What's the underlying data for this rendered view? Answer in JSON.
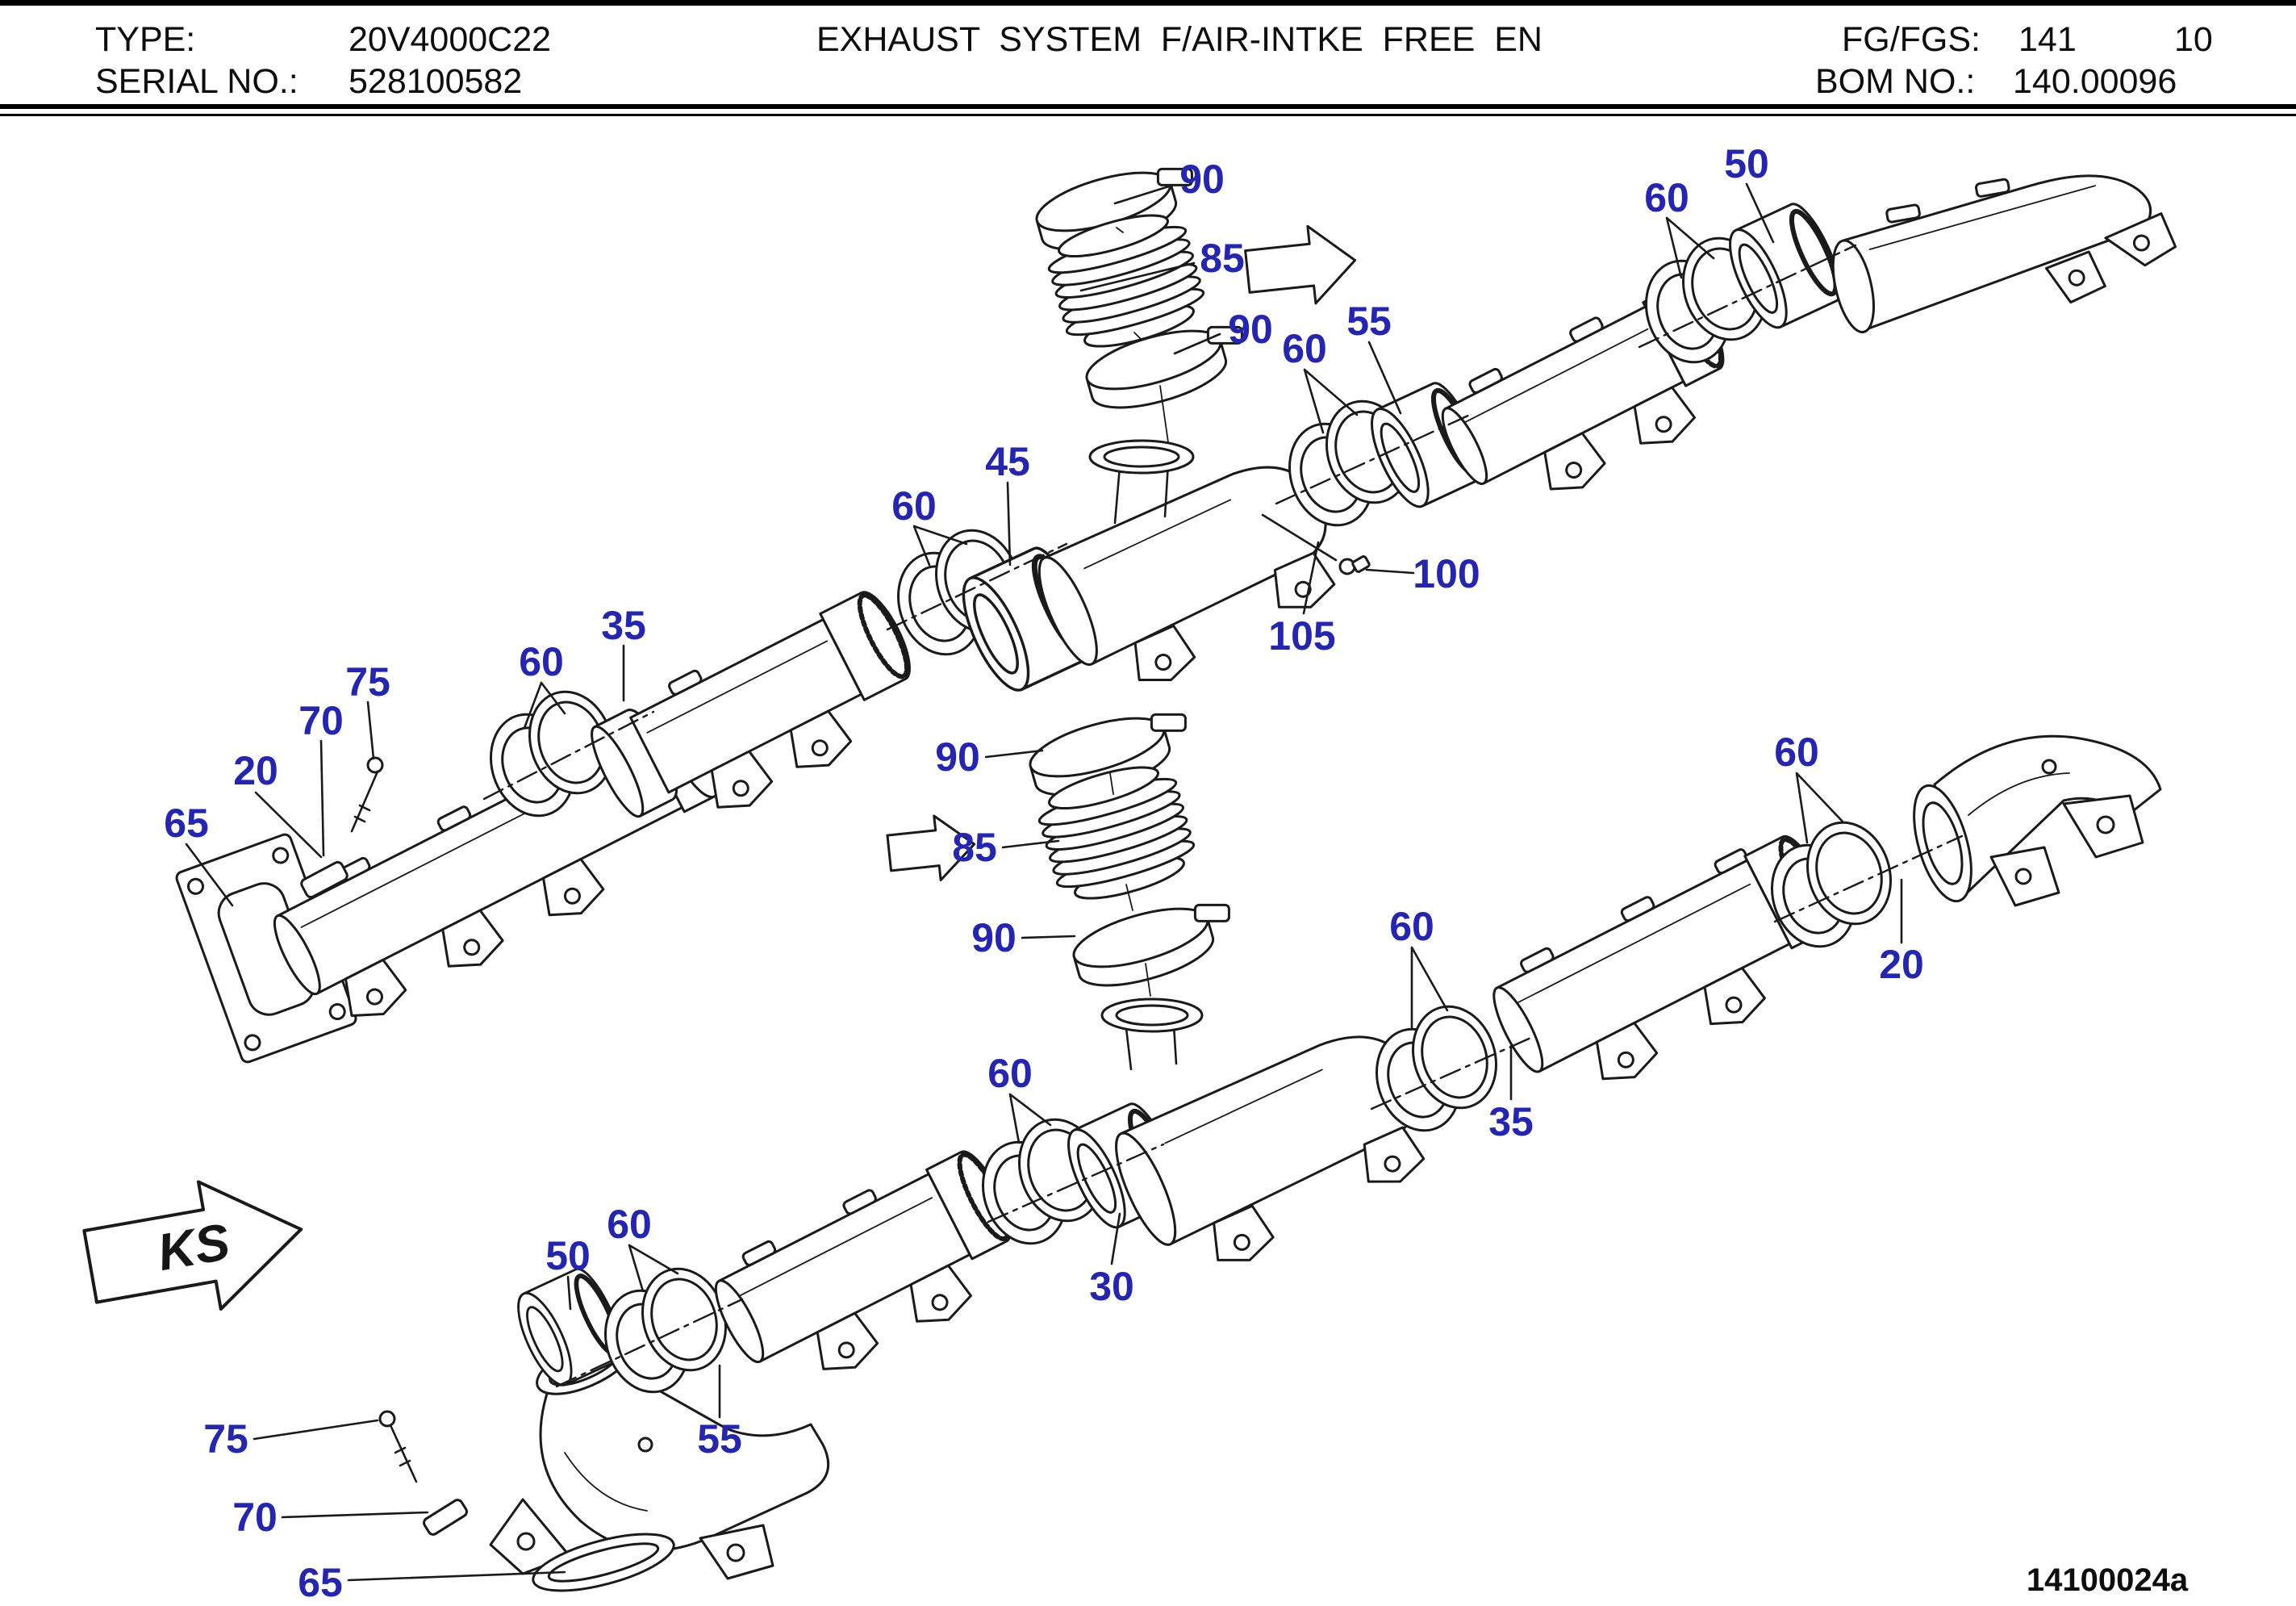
{
  "header": {
    "type_label": "TYPE:",
    "type_value": "20V4000C22",
    "serial_label": "SERIAL NO.:",
    "serial_value": "528100582",
    "title": "EXHAUST  SYSTEM  F/AIR-INTKE  FREE  EN",
    "fg_label": "FG/FGS:",
    "fg_value_1": "141",
    "fg_value_2": "10",
    "bom_label": "BOM NO.:",
    "bom_value": "140.00096"
  },
  "diagram": {
    "drawing_number": "14100024a",
    "ks_label": "KS",
    "callout_color": "#2525b4",
    "line_color": "#1a1a1a",
    "callouts": [
      {
        "part": "upper-bellows-top-clamp",
        "label": "90"
      },
      {
        "part": "upper-bellows",
        "label": "85"
      },
      {
        "part": "upper-bellows-bottom-clamp",
        "label": "90"
      },
      {
        "part": "upper-orings-after-tee",
        "label": "60"
      },
      {
        "part": "upper-coupling-sleeve",
        "label": "55"
      },
      {
        "part": "upper-right-orings",
        "label": "60"
      },
      {
        "part": "upper-right-coupling-sleeve",
        "label": "50"
      },
      {
        "part": "upper-tee-sleeve",
        "label": "45"
      },
      {
        "part": "upper-mid-orings",
        "label": "60"
      },
      {
        "part": "upper-pipe-section",
        "label": "35"
      },
      {
        "part": "upper-left-orings",
        "label": "60"
      },
      {
        "part": "upper-stud",
        "label": "75"
      },
      {
        "part": "upper-bolt",
        "label": "70"
      },
      {
        "part": "upper-manifold",
        "label": "20"
      },
      {
        "part": "upper-end-flange",
        "label": "65"
      },
      {
        "part": "sensor-fitting",
        "label": "100"
      },
      {
        "part": "sensor-line",
        "label": "105"
      },
      {
        "part": "middle-bellows-top-clamp",
        "label": "90"
      },
      {
        "part": "middle-bellows",
        "label": "85"
      },
      {
        "part": "middle-bellows-bottom-clamp",
        "label": "90"
      },
      {
        "part": "lower-orings-left-of-tee",
        "label": "60"
      },
      {
        "part": "lower-tee-sleeve",
        "label": "30"
      },
      {
        "part": "lower-right-pipe-section",
        "label": "35"
      },
      {
        "part": "lower-orings-right-of-tee",
        "label": "60"
      },
      {
        "part": "lower-elbow-orings",
        "label": "60"
      },
      {
        "part": "lower-right-elbow",
        "label": "20"
      },
      {
        "part": "lower-left-coupling-sleeve",
        "label": "50"
      },
      {
        "part": "lower-left-orings",
        "label": "60"
      },
      {
        "part": "lower-left-pipe-section",
        "label": "55"
      },
      {
        "part": "lower-stud",
        "label": "75"
      },
      {
        "part": "lower-bolt",
        "label": "70"
      },
      {
        "part": "lower-gasket",
        "label": "65"
      }
    ]
  }
}
